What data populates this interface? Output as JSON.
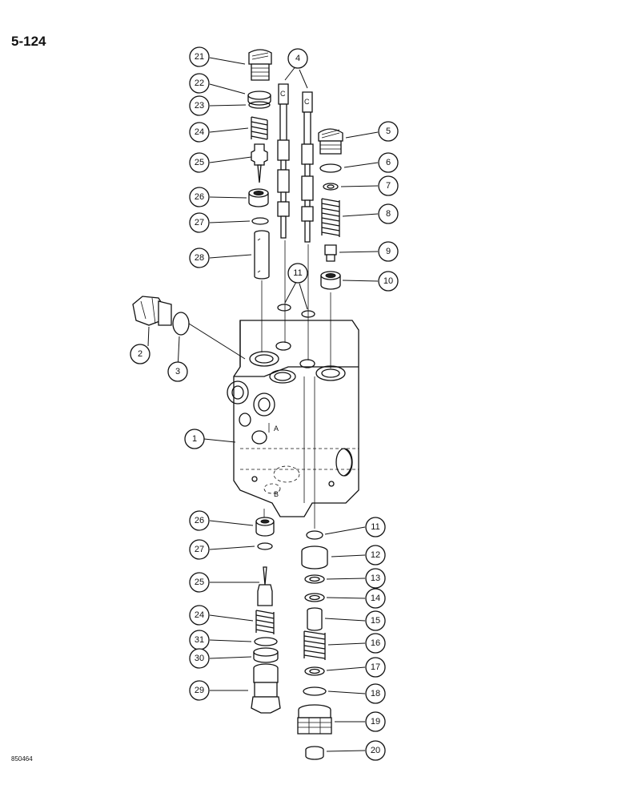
{
  "page": {
    "number": "5-124",
    "figure_id": "850464"
  },
  "callouts": {
    "c1": "1",
    "c2": "2",
    "c3": "3",
    "c4": "4",
    "c5": "5",
    "c6": "6",
    "c7": "7",
    "c8": "8",
    "c9": "9",
    "c10": "10",
    "c11a": "11",
    "c11b": "11",
    "c12": "12",
    "c13": "13",
    "c14": "14",
    "c15": "15",
    "c16": "16",
    "c17": "17",
    "c18": "18",
    "c19": "19",
    "c20": "20",
    "c21": "21",
    "c22": "22",
    "c23": "23",
    "c24a": "24",
    "c24b": "24",
    "c25a": "25",
    "c25b": "25",
    "c26a": "26",
    "c26b": "26",
    "c27a": "27",
    "c27b": "27",
    "c28": "28",
    "c29": "29",
    "c30": "30",
    "c31": "31"
  },
  "body_marks": {
    "port_a": "A",
    "port_b": "B"
  }
}
